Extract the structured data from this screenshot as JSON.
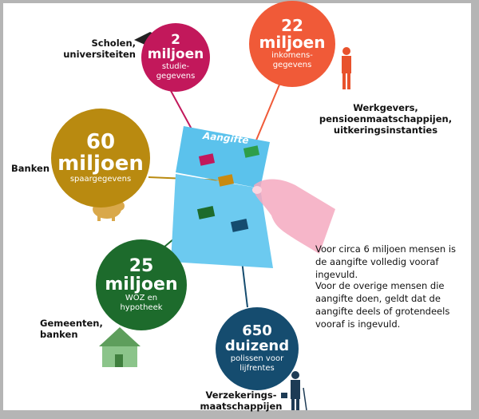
{
  "sources": {
    "scholen": "Scholen, universiteiten",
    "werkgevers": "Werkgevers, pensioenmaatschappijen, uitkeringsinstanties",
    "banken": "Banken",
    "gemeenten": "Gemeenten, banken",
    "verzekeringen": "Verzekerings-maatschappijen"
  },
  "bubbles": {
    "studie": {
      "value": "2",
      "unit": "miljoen",
      "desc": "studie-gegevens",
      "color": "#c2185b"
    },
    "inkomen": {
      "value": "22",
      "unit": "miljoen",
      "desc": "inkomens-gegevens",
      "color": "#f05a38"
    },
    "spaar": {
      "value": "60",
      "unit": "miljoen",
      "desc": "spaargegevens",
      "color": "#b98a10"
    },
    "woz": {
      "value": "25",
      "unit": "miljoen",
      "desc": "WOZ en hypotheek",
      "color": "#1d6b2c"
    },
    "lijfrente": {
      "value": "650",
      "unit": "duizend",
      "desc": "polissen voor lijfrentes",
      "color": "#154c6f"
    }
  },
  "form": {
    "title": "Aangifte",
    "color": "#5bc2ec"
  },
  "notes": [
    "Voor circa 6  miljoen mensen is de aangifte volledig vooraf ingevuld.",
    "Voor de overige mensen die aangifte doen, geldt dat de aangifte deels of grotendeels vooraf is ingevuld."
  ]
}
